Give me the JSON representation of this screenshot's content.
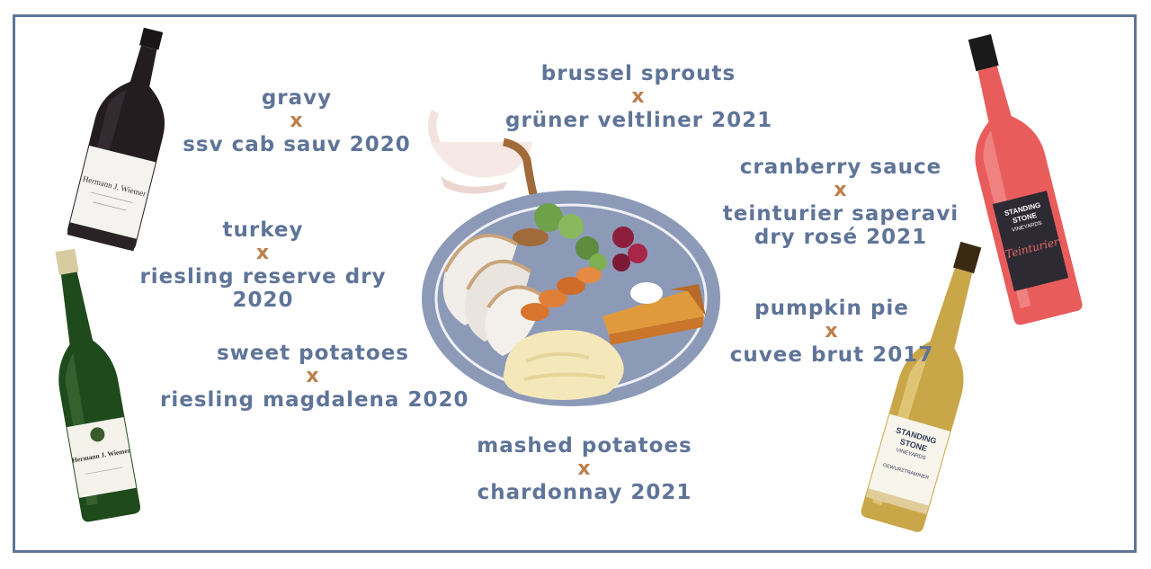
{
  "pairings": [
    {
      "food": "gravy",
      "sep": "x",
      "wine": "ssv cab sauv 2020"
    },
    {
      "food": "turkey",
      "sep": "x",
      "wine_line1": "riesling reserve dry",
      "wine_line2": "2020"
    },
    {
      "food": "sweet potatoes",
      "sep": "x",
      "wine": "riesling magdalena 2020"
    },
    {
      "food": "brussel sprouts",
      "sep": "x",
      "wine": "grüner veltliner 2021"
    },
    {
      "food": "cranberry sauce",
      "sep": "x",
      "wine_line1": "teinturier saperavi",
      "wine_line2": "dry rosé 2021"
    },
    {
      "food": "pumpkin pie",
      "sep": "x",
      "wine": "cuvee brut 2017"
    },
    {
      "food": "mashed potatoes",
      "sep": "x",
      "wine": "chardonnay 2021"
    }
  ],
  "bottle_labels": {
    "red_brand": "Hermann J. Wiemer",
    "white_brand": "Hermann J. Wiemer",
    "rose_brand_line1": "STANDING",
    "rose_brand_line2": "STONE",
    "rose_brand_line3": "VINEYARDS",
    "rose_script": "Teinturier",
    "gew_brand_line1": "STANDING",
    "gew_brand_line2": "STONE",
    "gew_brand_line3": "VINEYARDS",
    "gew_variety": "GEWURZTRAMINER"
  },
  "colors": {
    "frame": "#5f7498",
    "text": "#5f7498",
    "separator": "#bd7f4c",
    "plate": "#8c9ab8",
    "rose_wine": "#e85c5c",
    "red_bottle": "#1e1a1c",
    "green_bottle": "#1f4a1c",
    "gold_bottle": "#c9a648"
  },
  "icons": [
    "gravy-boat-icon",
    "dinner-plate-icon",
    "red-wine-bottle-icon",
    "riesling-bottle-icon",
    "rose-bottle-icon",
    "gewurztraminer-bottle-icon"
  ]
}
